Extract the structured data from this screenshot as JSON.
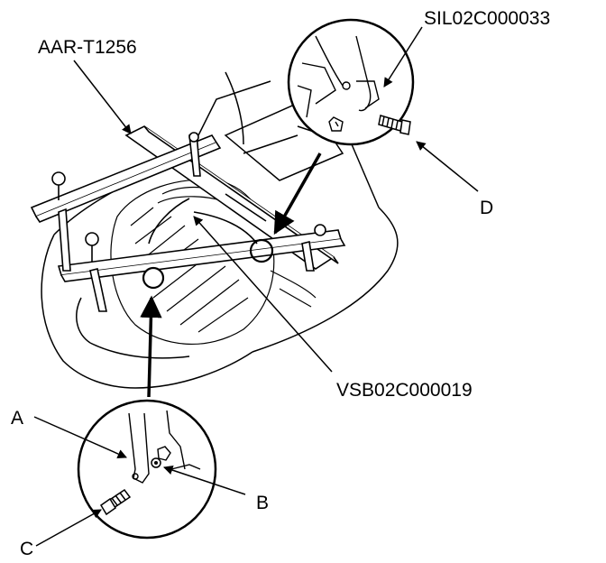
{
  "labels": {
    "tool_support": "AAR-T1256",
    "detail_top_code": "SIL02C000033",
    "center_code": "VSB02C000019",
    "callout_a": "A",
    "callout_b": "B",
    "callout_c": "C",
    "callout_d": "D"
  }
}
